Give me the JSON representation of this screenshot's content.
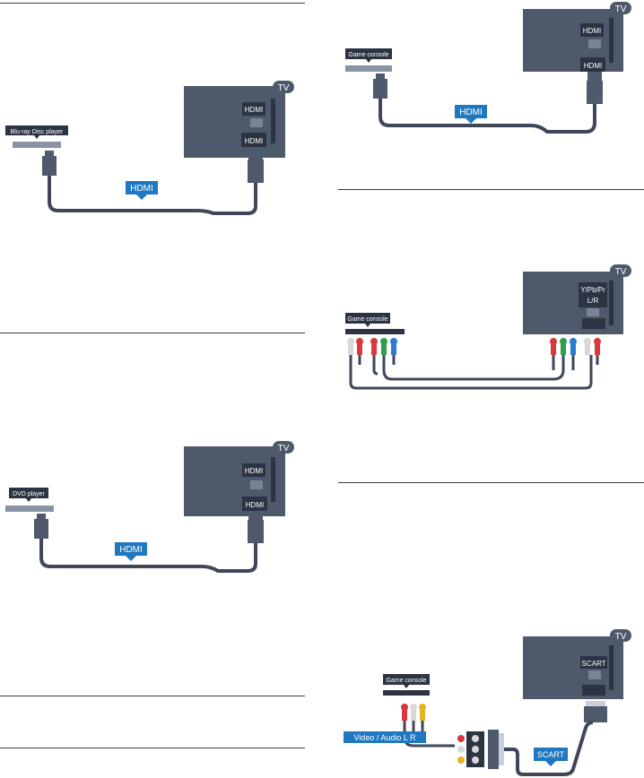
{
  "colors": {
    "tv": "#4f596c",
    "cable": "#3f4758",
    "label_bg": "#2c3342",
    "accent_blue": "#1f78c1",
    "plug": "#4f596c",
    "red": "#d9393c",
    "green": "#2fa04a",
    "blue": "#2b7bd0",
    "white": "#d8d8d8",
    "yellow": "#e6b323"
  },
  "diagrams": [
    {
      "id": "bluray",
      "tv_badge": "TV",
      "tv_port": "HDMI",
      "device_port": "HDMI",
      "cable": "HDMI",
      "device": "Blu-ray Disc player"
    },
    {
      "id": "game-hdmi",
      "tv_badge": "TV",
      "tv_port": "HDMI",
      "device_port": "HDMI",
      "cable": "HDMI",
      "device": "Game console"
    },
    {
      "id": "game-ypbpr",
      "tv_badge": "TV",
      "tv_port_line1": "Y/Pb/Pr",
      "tv_port_line2": "L/R",
      "device": "Game console"
    },
    {
      "id": "dvd",
      "tv_badge": "TV",
      "tv_port": "HDMI",
      "device_port": "HDMI",
      "cable": "HDMI",
      "device": "DVD player"
    },
    {
      "id": "game-scart",
      "tv_badge": "TV",
      "tv_port": "SCART",
      "cable": "SCART",
      "device": "Game console",
      "adapter_label": "Video / Audio L R"
    }
  ]
}
